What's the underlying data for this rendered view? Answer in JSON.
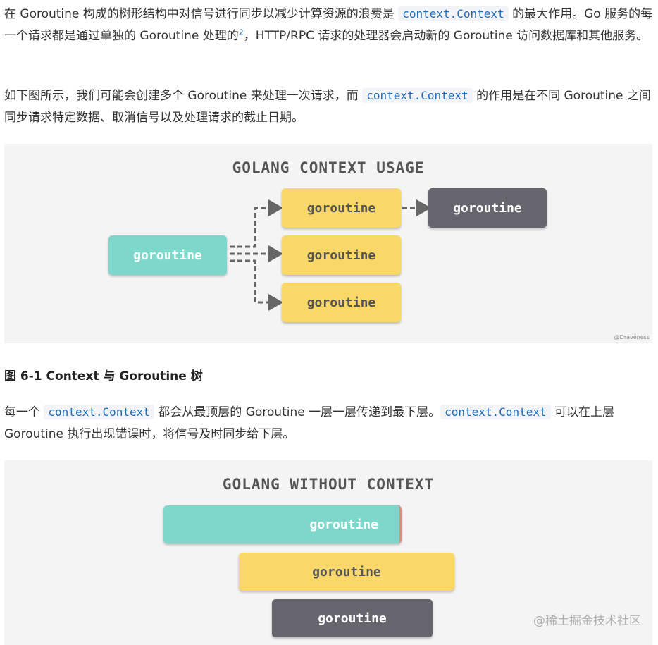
{
  "para1": {
    "t1": "在 Goroutine 构成的树形结构中对信号进行同步以减少计算资源的浪费是 ",
    "code1": "context.Context",
    "t2": " 的最大作用。Go 服务的每一个请求都是通过单独的 Goroutine 处理的",
    "sup": "2",
    "t3": "，HTTP/RPC 请求的处理器会启动新的 Goroutine 访问数据库和其他服务。"
  },
  "para2": {
    "t1": "如下图所示，我们可能会创建多个 Goroutine 来处理一次请求，而 ",
    "code1": "context.Context",
    "t2": " 的作用是在不同 Goroutine 之间同步请求特定数据、取消信号以及处理请求的截止日期。"
  },
  "figure1": {
    "title": "GOLANG CONTEXT USAGE",
    "root": "goroutine",
    "child1": "goroutine",
    "child2": "goroutine",
    "child3": "goroutine",
    "grandchild": "goroutine",
    "credit": "@Draveness",
    "colors": {
      "teal": "#7dd8cb",
      "yellow": "#f9d768",
      "dark": "#66646c",
      "arrow": "#666666"
    }
  },
  "caption1": "图 6-1 Context 与 Goroutine 树",
  "para3": {
    "t1": "每一个 ",
    "code1": "context.Context",
    "t2": " 都会从最顶层的 Goroutine 一层一层传递到最下层。",
    "code2": "context.Context",
    "t3": " 可以在上层 Goroutine 执行出现错误时，将信号及时同步给下层。"
  },
  "figure2": {
    "title": "GOLANG WITHOUT CONTEXT",
    "box1": "goroutine",
    "box2": "goroutine",
    "box3": "goroutine"
  },
  "watermark": "@稀土掘金技术社区"
}
